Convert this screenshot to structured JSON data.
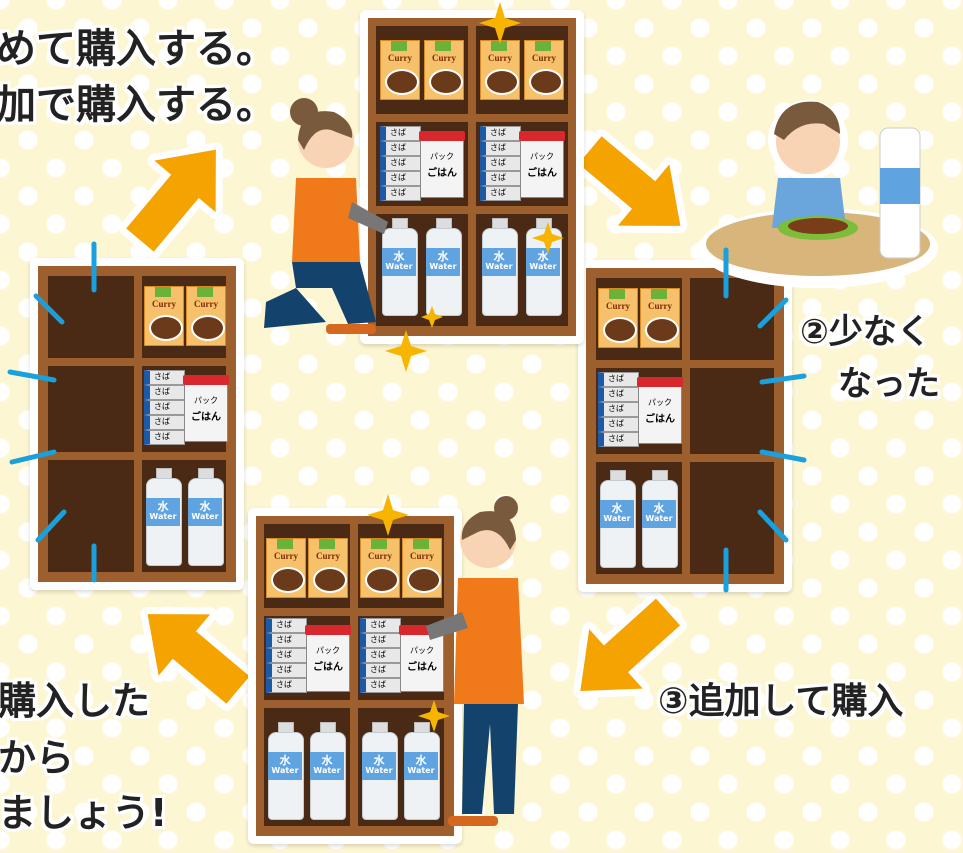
{
  "step1": {
    "line1": "めて購入する。",
    "line2": "加で購入する。"
  },
  "step2": {
    "line1": "②少なく",
    "line2": "なった"
  },
  "step3": {
    "label": "③追加して購入"
  },
  "step4": {
    "line1": "購入した",
    "line2": "から",
    "line3": "ましょう!"
  },
  "items": {
    "curry": "Curry",
    "saba": "さば",
    "pack_line1": "パック",
    "pack_line2": "ごはん",
    "water_jp": "水",
    "water_en": "Water"
  },
  "colors": {
    "shelf": "#9c5f2d",
    "arrow": "#f4a300",
    "shirt": "#f07a19",
    "pants": "#13436c",
    "alert": "#1aa0dc"
  }
}
